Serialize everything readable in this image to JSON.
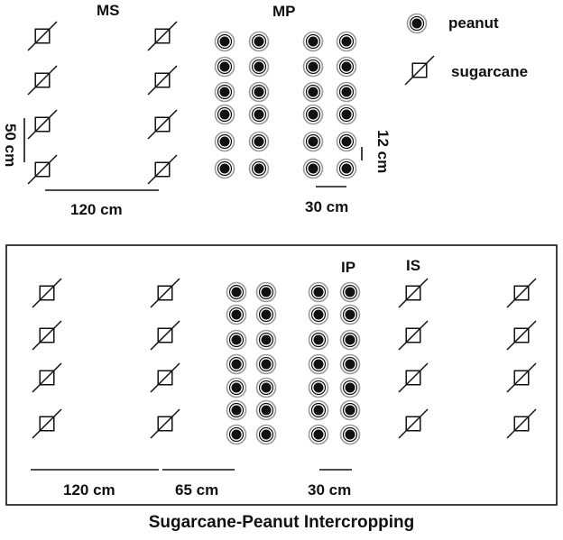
{
  "labels": {
    "ms": "MS",
    "mp": "MP",
    "ip": "IP",
    "is": "IS"
  },
  "legend": {
    "peanut": "peanut",
    "sugarcane": "sugarcane",
    "peanut_icon": "peanut-dot-icon",
    "sugarcane_icon": "sugarcane-diamond-icon"
  },
  "dimensions": {
    "ms_plant_spacing": "50 cm",
    "ms_row_spacing": "120 cm",
    "mp_plant_spacing": "12 cm",
    "mp_row_spacing": "30 cm",
    "intercrop_cane_row_spacing": "120 cm",
    "intercrop_cane_to_peanut": "65 cm",
    "intercrop_peanut_row_spacing": "30 cm"
  },
  "title": "Sugarcane-Peanut Intercropping",
  "colors": {
    "ink": "#111111",
    "ring": "#9a9a9a"
  }
}
